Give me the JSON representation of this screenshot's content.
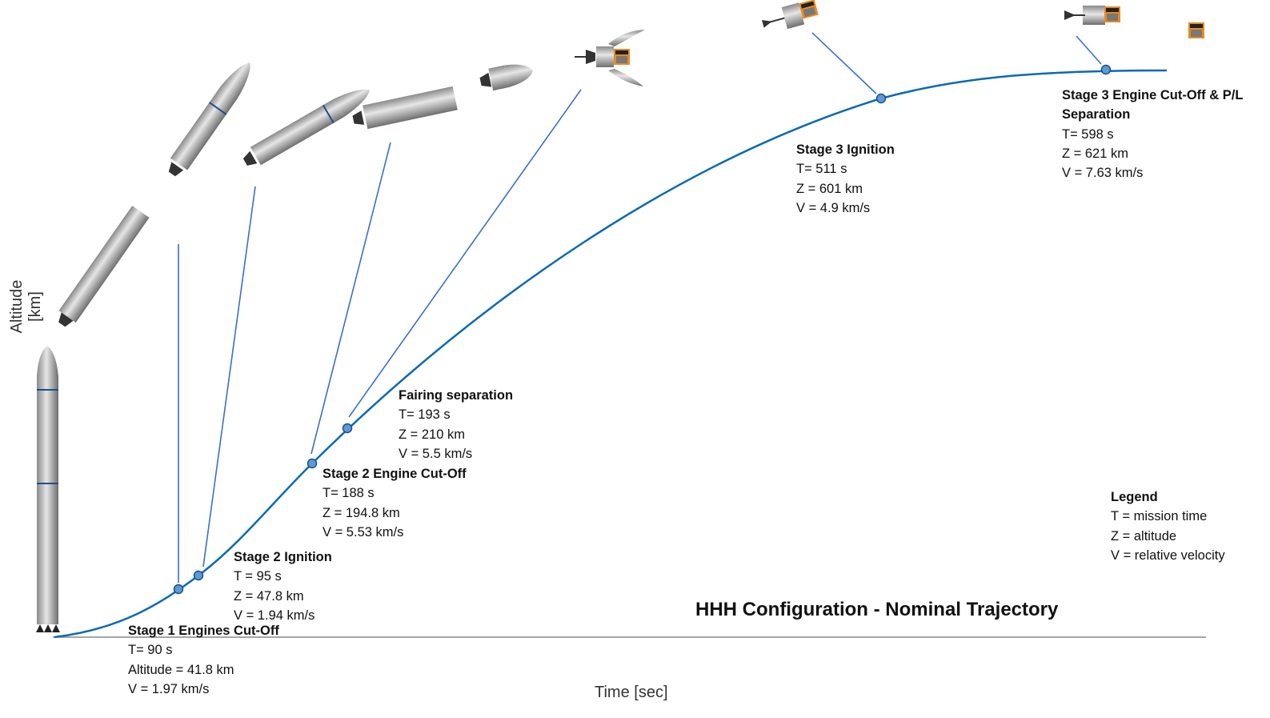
{
  "title": "HHH Configuration - Nominal Trajectory",
  "axes": {
    "x_label": "Time [sec]",
    "y_label": "Altitude [km]"
  },
  "events": [
    {
      "name": "Stage 1 Engines Cut-Off",
      "lines": [
        "T= 90 s",
        "Altitude = 41.8 km",
        "V = 1.97 km/s"
      ]
    },
    {
      "name": "Stage 2 Ignition",
      "lines": [
        "T = 95 s",
        "Z = 47.8 km",
        "V = 1.94 km/s"
      ]
    },
    {
      "name": "Stage 2 Engine Cut-Off",
      "lines": [
        "T= 188 s",
        "Z = 194.8 km",
        "V = 5.53 km/s"
      ]
    },
    {
      "name": "Fairing separation",
      "lines": [
        "T= 193 s",
        "Z = 210 km",
        "V = 5.5 km/s"
      ]
    },
    {
      "name": "Stage 3 Ignition",
      "lines": [
        "T= 511 s",
        "Z = 601 km",
        "V = 4.9 km/s"
      ]
    },
    {
      "name": "Stage 3 Engine Cut-Off & P/L",
      "name2": "Separation",
      "lines": [
        "T= 598 s",
        "Z = 621 km",
        "V = 7.63 km/s"
      ]
    }
  ],
  "legend": {
    "title": "Legend",
    "items": [
      "T = mission time",
      "Z = altitude",
      "V = relative velocity"
    ]
  },
  "colors": {
    "trajectory": "#0a6ab5",
    "marker": "#5b9bd5",
    "leader": "#3a6fcf",
    "payload": "#e98a1f"
  }
}
